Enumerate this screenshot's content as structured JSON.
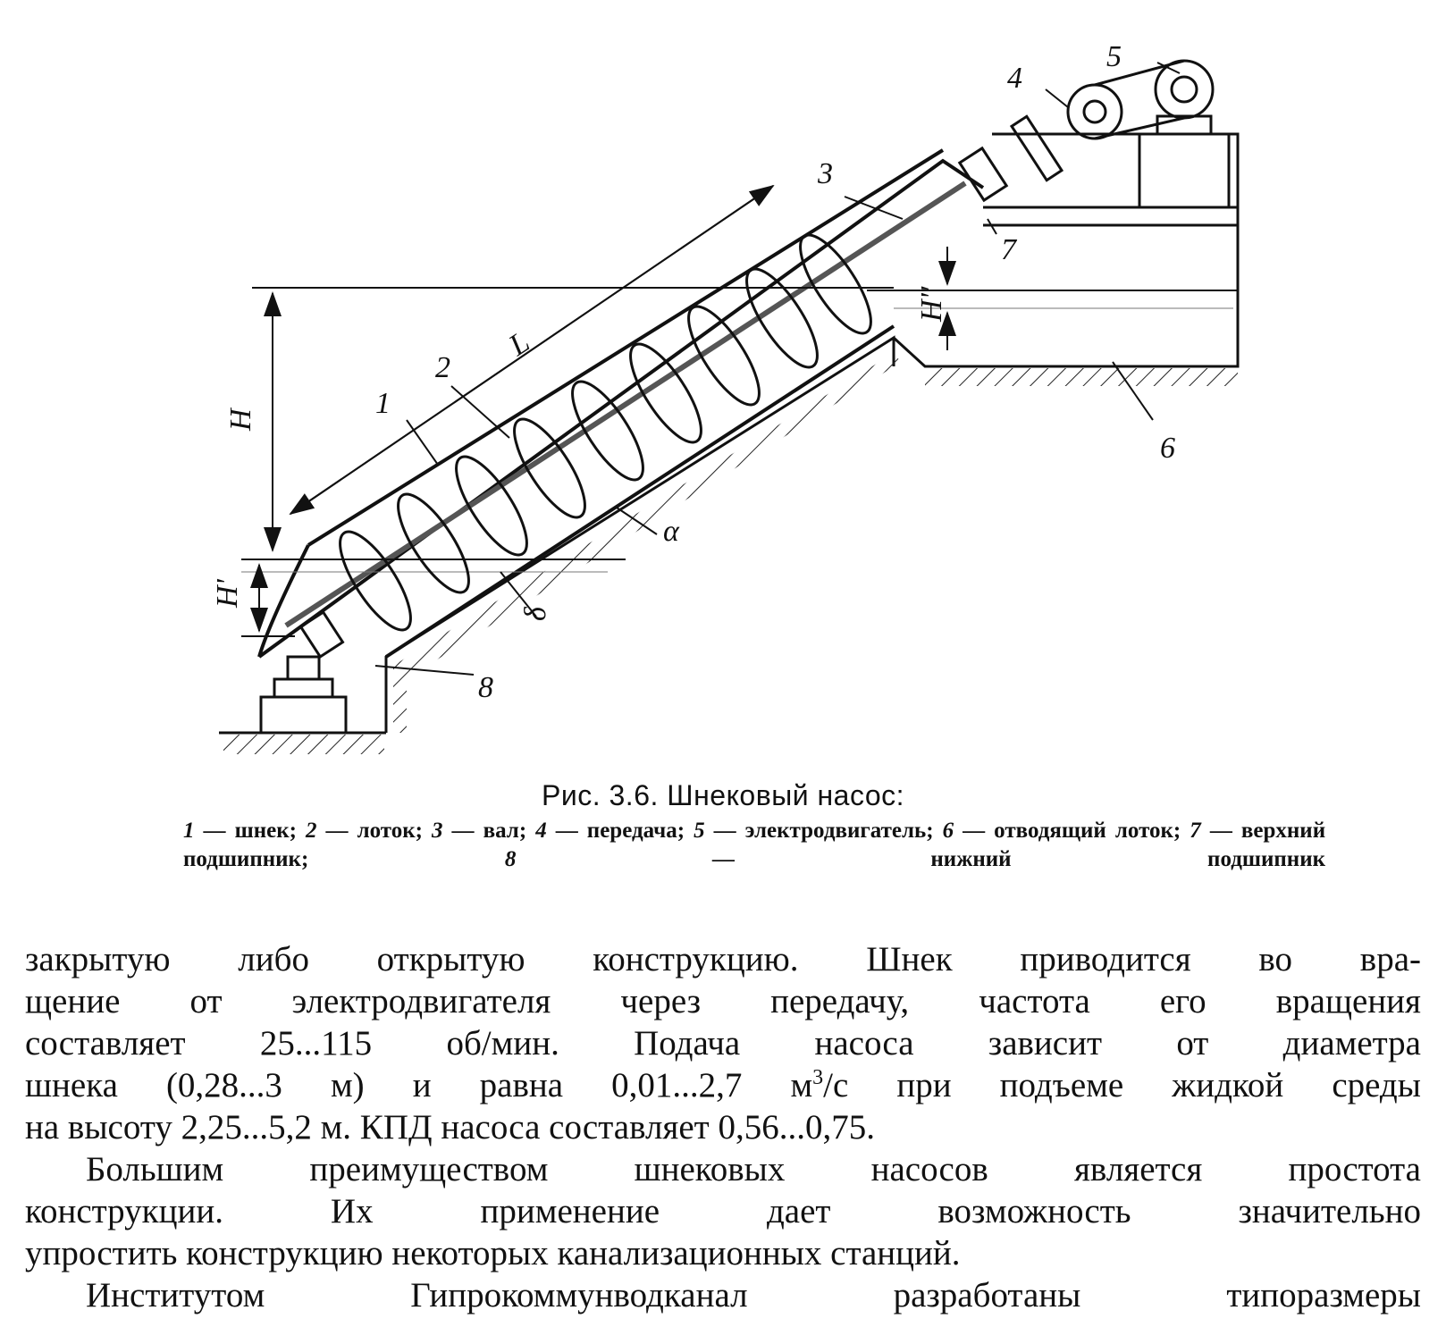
{
  "figure": {
    "labels": {
      "n1": "1",
      "n2": "2",
      "n3": "3",
      "n4": "4",
      "n5": "5",
      "n6": "6",
      "n7": "7",
      "n8": "8",
      "L": "L",
      "H": "H",
      "H_lower": "H'",
      "H_upper": "H''",
      "alpha": "α",
      "delta": "δ"
    }
  },
  "caption": {
    "title": "Рис. 3.6. Шнековый насос:",
    "legend": [
      {
        "num": "1",
        "text": "— шнек;"
      },
      {
        "num": "2",
        "text": "— лоток;"
      },
      {
        "num": "3",
        "text": "— вал;"
      },
      {
        "num": "4",
        "text": "— передача;"
      },
      {
        "num": "5",
        "text": "— электродвигатель;"
      },
      {
        "num": "6",
        "text": "— отводящий лоток;"
      },
      {
        "num": "7",
        "text": "— верхний подшипник;"
      },
      {
        "num": "8",
        "text": "— нижний подшипник"
      }
    ]
  },
  "body": {
    "p1_l1": "закрытую либо открытую конструкцию. Шнек приводится во вра-",
    "p1_l2": "щение от электродвигателя через передачу, частота его вращения",
    "p1_l3": "составляет 25...115 об/мин. Подача насоса зависит от диаметра",
    "p1_l4a": "шнека (0,28...3 м) и равна 0,01...2,7 м",
    "p1_l4sup": "3",
    "p1_l4b": "/с при подъеме жидкой среды",
    "p1_l5": "на высоту 2,25...5,2 м. КПД насоса составляет 0,56...0,75.",
    "p2_l1": "Большим преимуществом шнековых насосов является простота",
    "p2_l2": "конструкции. Их применение дает возможность значительно",
    "p2_l3": "упростить конструкцию некоторых канализационных станций.",
    "p3_l1": "Институтом Гипрокоммунводканал разработаны типоразмеры"
  }
}
